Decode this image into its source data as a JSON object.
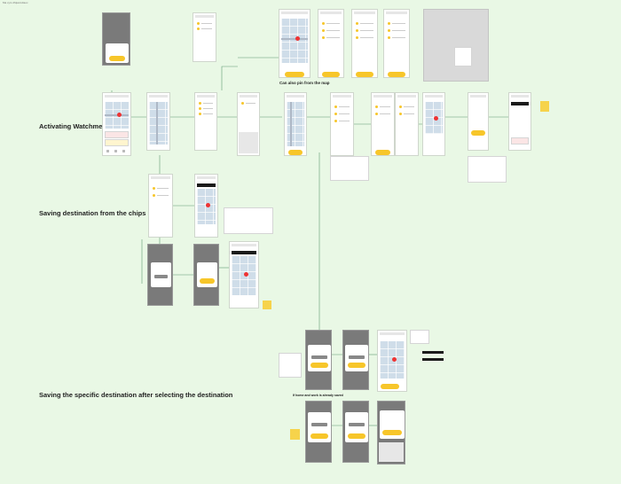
{
  "canvas": {
    "top_label": "Ma xyrs dfqtanndiaox"
  },
  "sections": {
    "activating": "Activating Watchmeover",
    "saving_chips": "Saving destination from the chips",
    "saving_specific": "Saving the specific destination after selecting the destination"
  },
  "annotations": {
    "pin_from_map": "Can also pin from the map",
    "home_work_saved": "If home and work is already saved"
  },
  "colors": {
    "background": "#e9f8e5",
    "accent": "#f7c62a",
    "alert": "#e33333",
    "map": "#cfdde9"
  }
}
